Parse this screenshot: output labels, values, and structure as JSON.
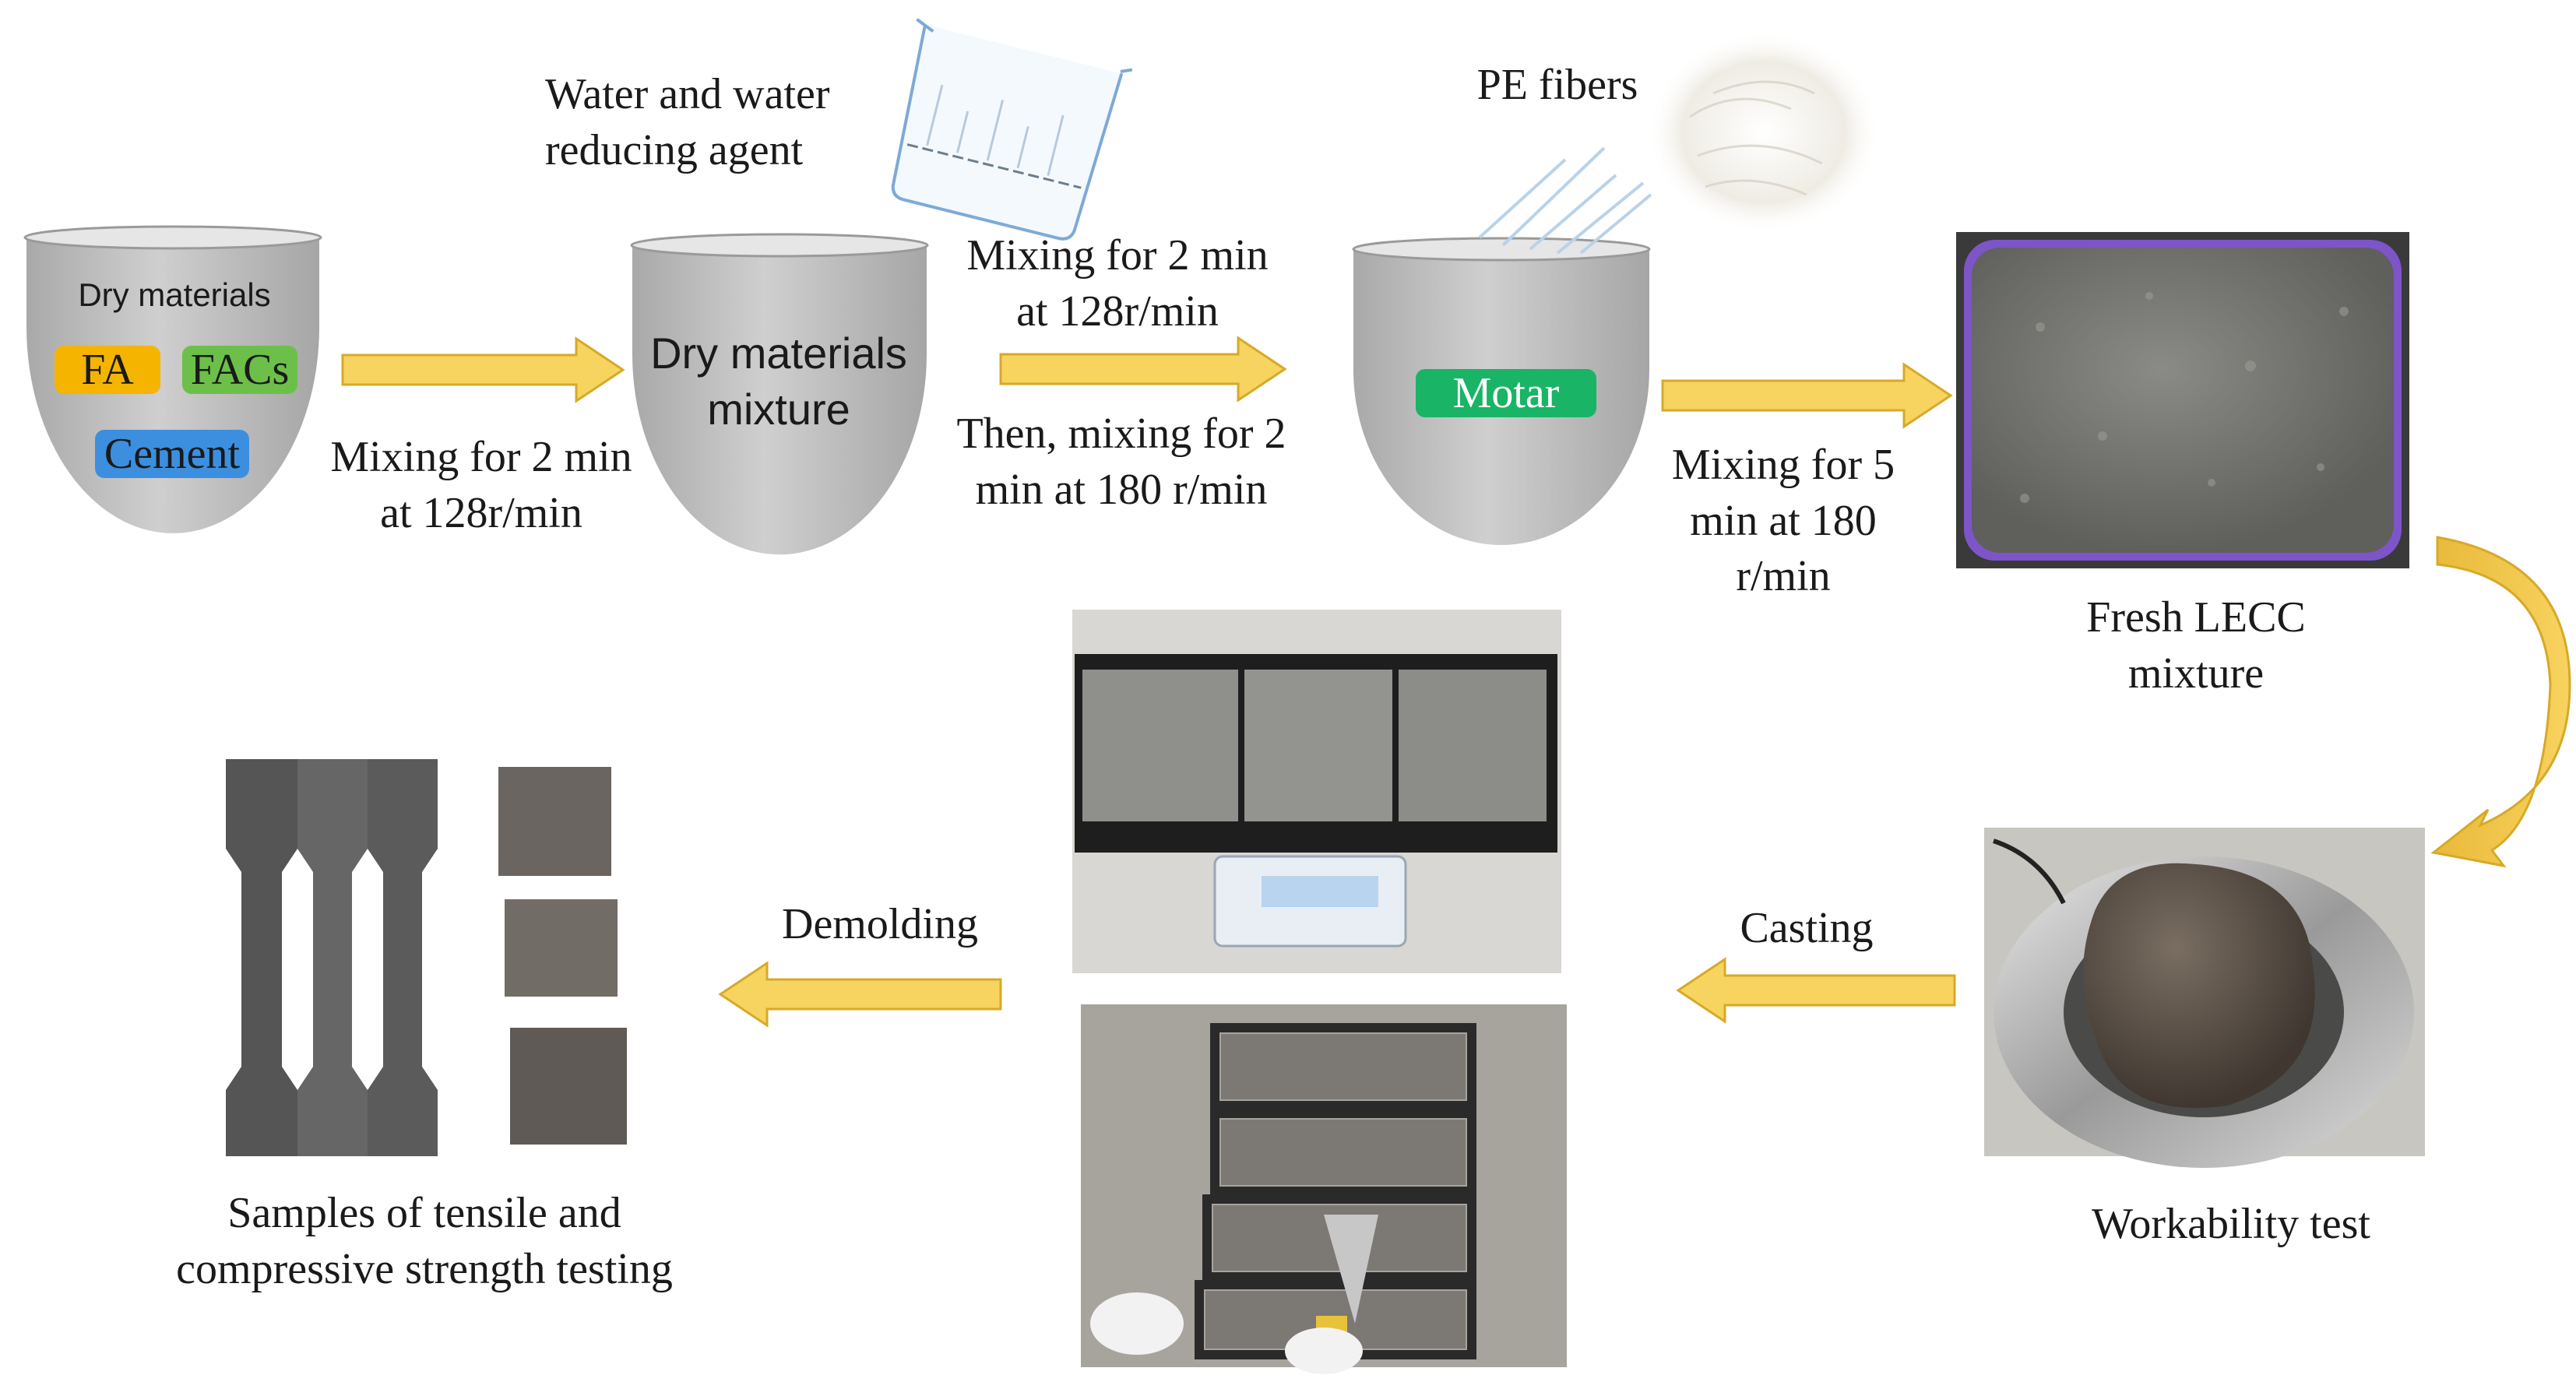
{
  "colors": {
    "arrow": "#f7d35f",
    "arrow_stroke": "#d7a928",
    "bowl_fill": "#bdbdbd",
    "fa_chip": "#f4b400",
    "facs_chip": "#6cc04a",
    "cement_chip": "#3c8fde",
    "motar_chip": "#19b466"
  },
  "stage1": {
    "bowl_label": "Dry materials",
    "chips": [
      "FA",
      "FACs",
      "Cement"
    ],
    "arrow_label": [
      "Mixing for 2 min",
      "at 128r/min"
    ]
  },
  "stage2": {
    "bowl_label": [
      "Dry materials",
      "mixture"
    ],
    "additive_label": [
      "Water and water",
      "reducing agent"
    ],
    "arrow_label_top": [
      "Mixing for 2 min",
      "at 128r/min"
    ],
    "arrow_label_bottom": [
      "Then, mixing for 2",
      "min at 180 r/min"
    ]
  },
  "stage3": {
    "fibers_label": "PE fibers",
    "chip": "Motar",
    "arrow_label": [
      "Mixing for 5",
      "min at 180",
      "r/min"
    ]
  },
  "stage4": {
    "label": [
      "Fresh LECC",
      "mixture"
    ]
  },
  "stage5": {
    "label": "Workability test"
  },
  "stage6": {
    "arrow_label": "Casting"
  },
  "stage7": {
    "arrow_label": "Demolding",
    "label": [
      "Samples of tensile and",
      "compressive strength testing"
    ]
  },
  "icons": {
    "bowl": "mixing-bowl-icon",
    "beaker": "beaker-icon",
    "arrow": "process-arrow-icon",
    "fiber": "fiber-ball-icon"
  }
}
